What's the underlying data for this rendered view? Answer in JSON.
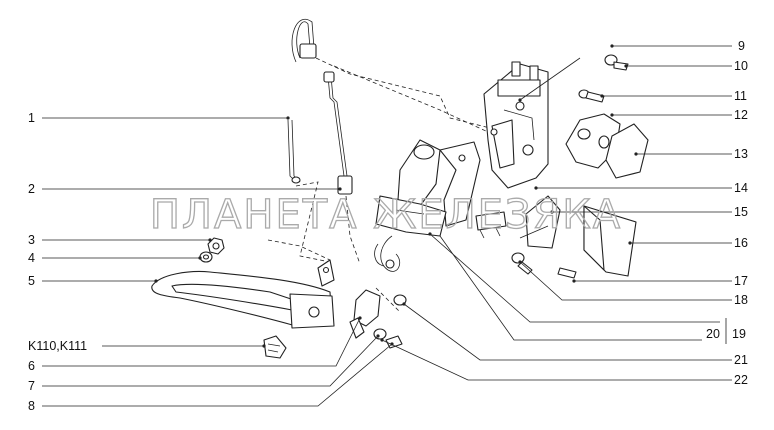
{
  "watermark": "ПЛАНЕТА ЖЕЛЕЗЯКА",
  "callouts": {
    "left": [
      "1",
      "2",
      "3",
      "4",
      "5",
      "K110,K111",
      "6",
      "7",
      "8"
    ],
    "right": [
      "9",
      "10",
      "11",
      "12",
      "13",
      "14",
      "15",
      "16",
      "17",
      "18",
      "20",
      "19",
      "21",
      "22"
    ]
  }
}
